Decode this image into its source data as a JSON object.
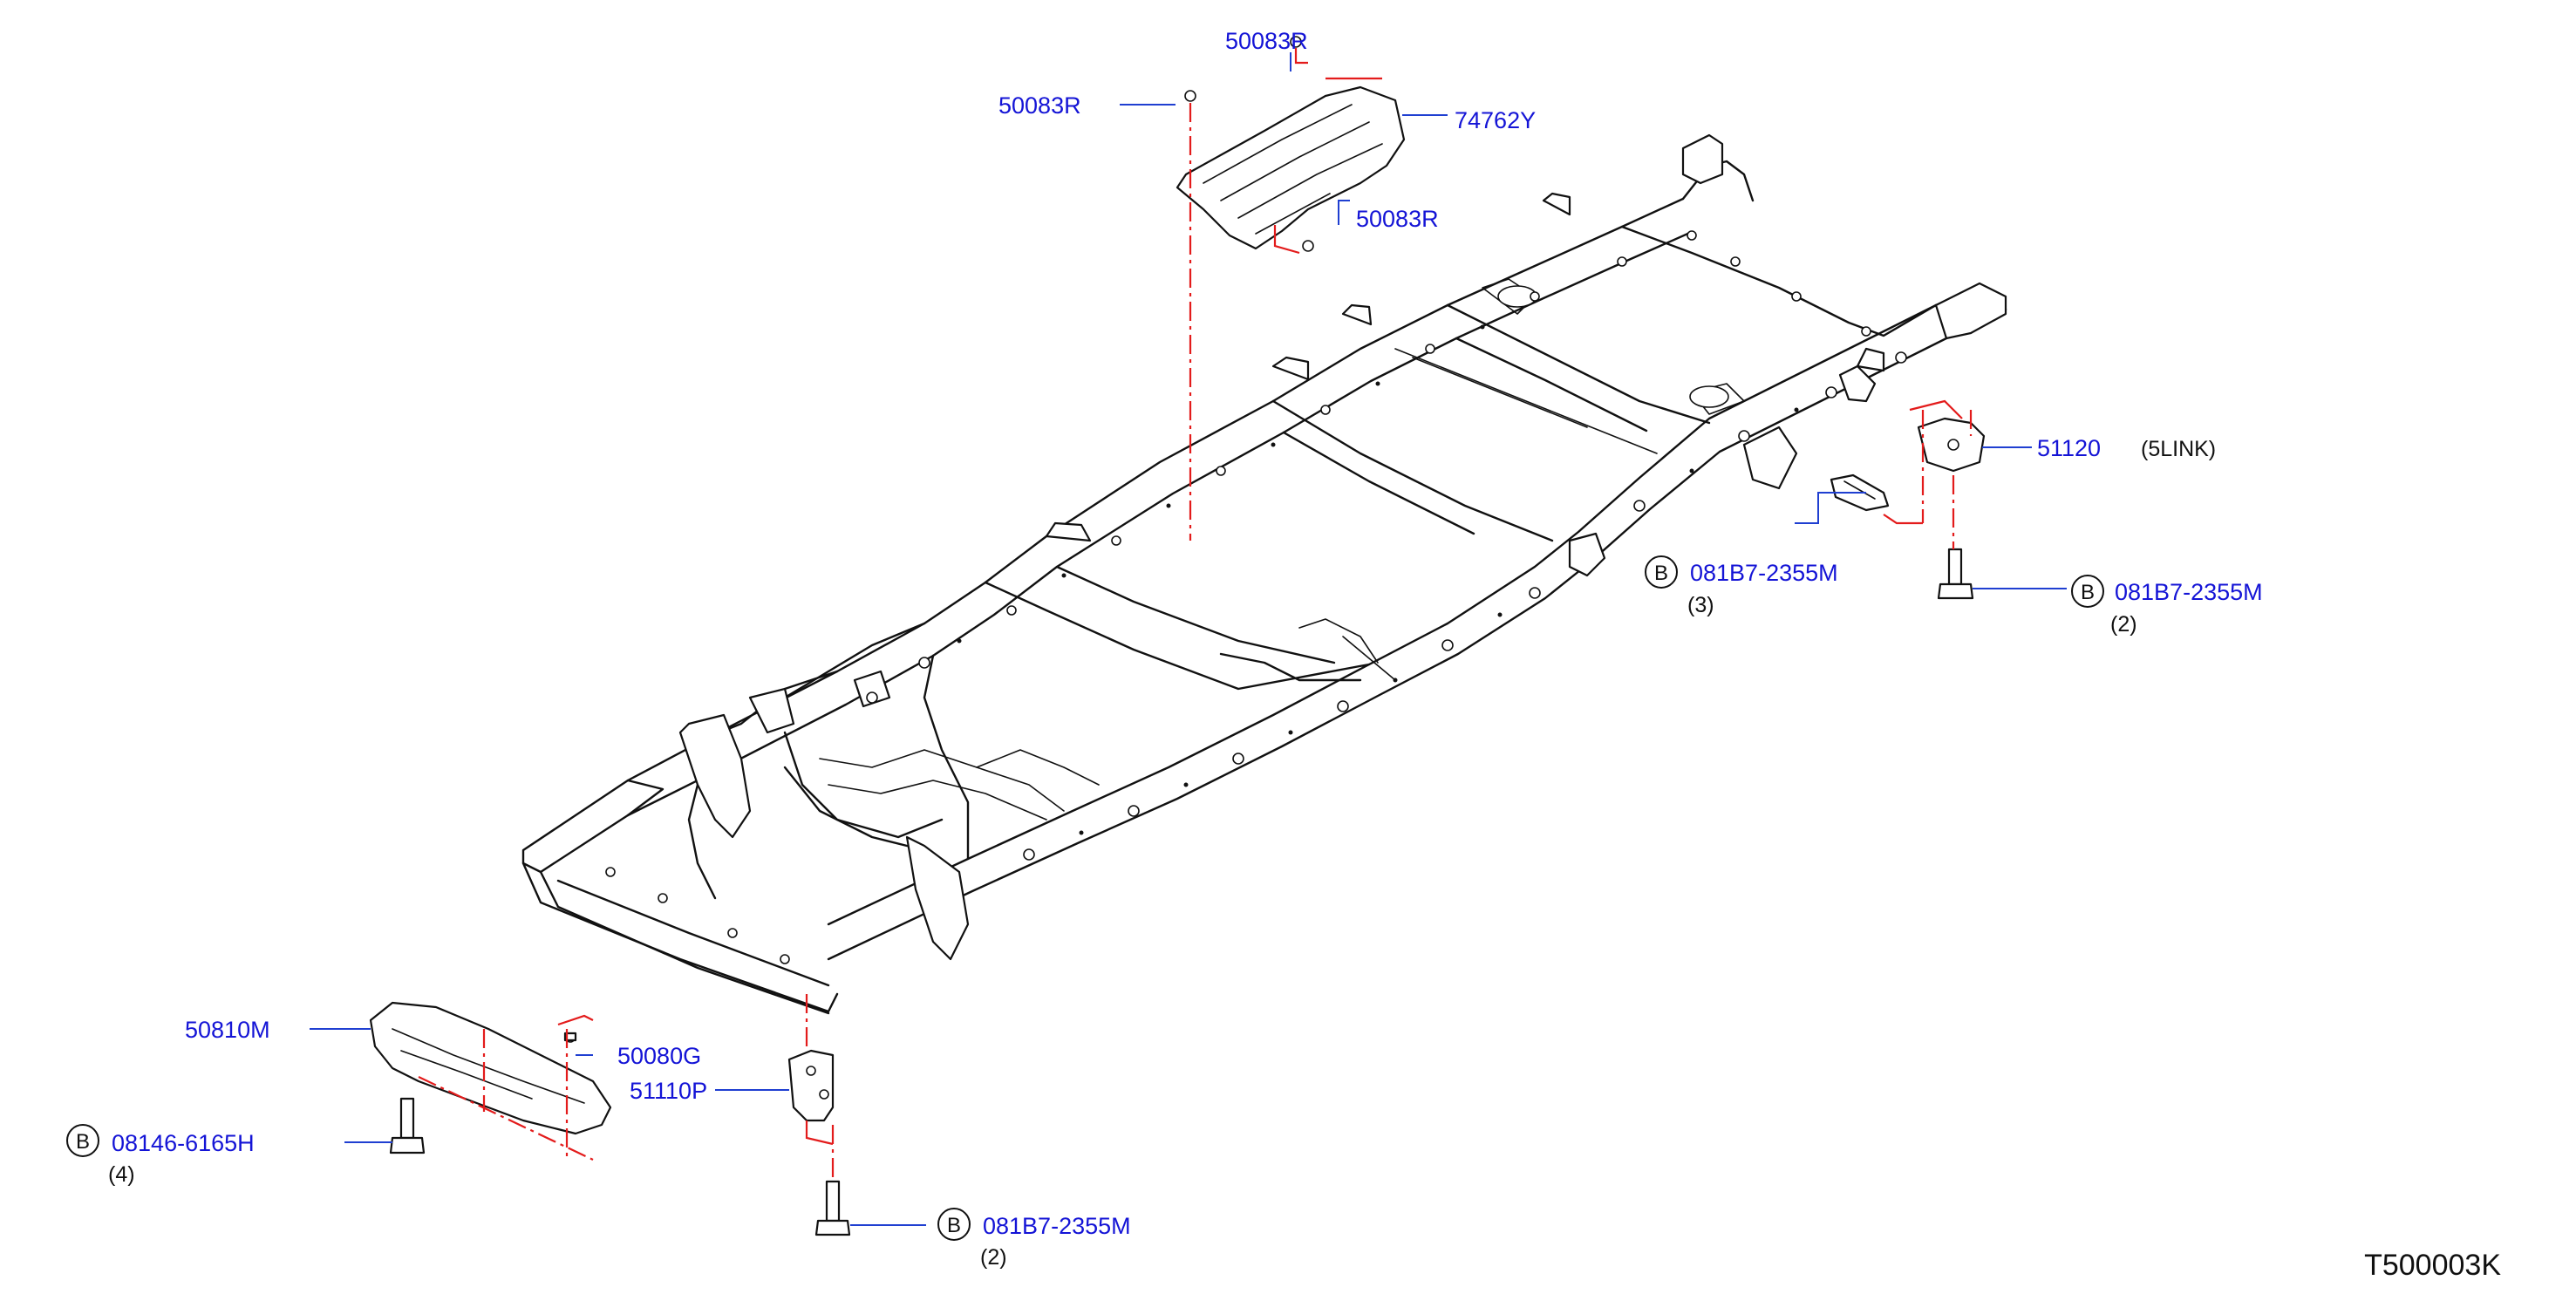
{
  "diagram": {
    "drawing_code": "T500003K",
    "callouts": [
      {
        "id": "c-50083r-top",
        "part": "50083R"
      },
      {
        "id": "c-50083r-left",
        "part": "50083R"
      },
      {
        "id": "c-74762y",
        "part": "74762Y"
      },
      {
        "id": "c-50083r-lower",
        "part": "50083R"
      },
      {
        "id": "c-51120",
        "part": "51120",
        "note": "(5LINK)"
      },
      {
        "id": "c-081b7-mid",
        "part": "081B7-2355M",
        "badge": "B",
        "qty": "(3)"
      },
      {
        "id": "c-081b7-right",
        "part": "081B7-2355M",
        "badge": "B",
        "qty": "(2)"
      },
      {
        "id": "c-50810m",
        "part": "50810M"
      },
      {
        "id": "c-50080g",
        "part": "50080G"
      },
      {
        "id": "c-51110p",
        "part": "51110P"
      },
      {
        "id": "c-08146",
        "part": "08146-6165H",
        "badge": "B",
        "qty": "(4)"
      },
      {
        "id": "c-081b7-bottom",
        "part": "081B7-2355M",
        "badge": "B",
        "qty": "(2)"
      }
    ]
  },
  "colors": {
    "label_text": "#1414d6",
    "leader_line": "#1f3fd1",
    "mount_line": "#e31b1b",
    "frame_ink": "#111111"
  }
}
